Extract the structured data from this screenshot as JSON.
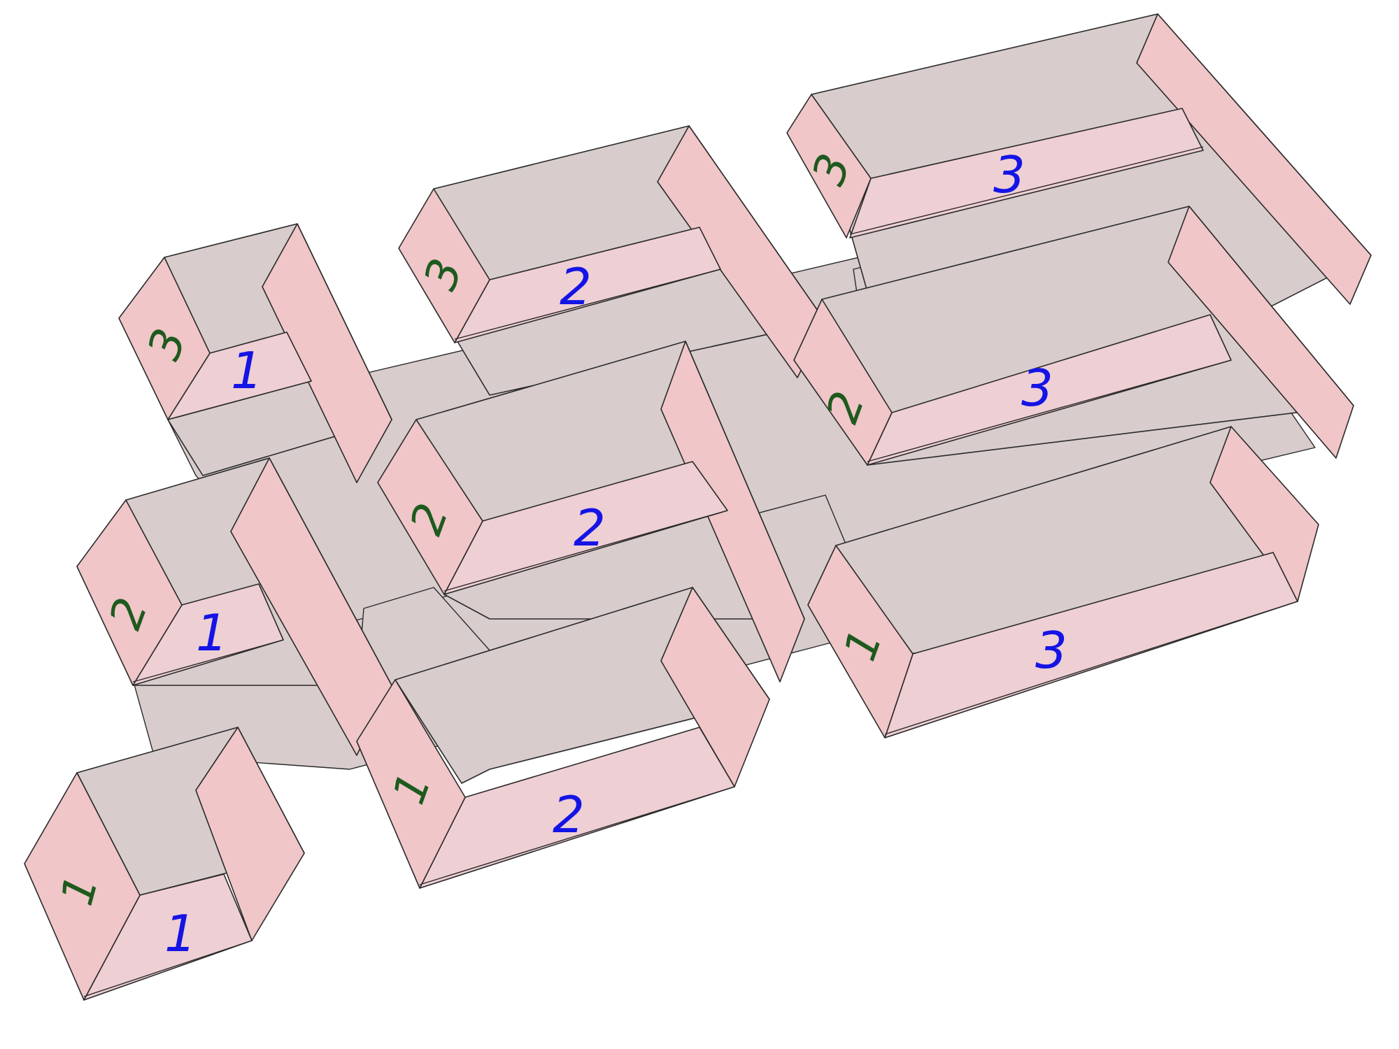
{
  "boxes": [
    {
      "id": "box-1-1",
      "side_label": "1",
      "front_label": "1"
    },
    {
      "id": "box-2-1",
      "side_label": "2",
      "front_label": "1"
    },
    {
      "id": "box-3-1",
      "side_label": "3",
      "front_label": "1"
    },
    {
      "id": "box-1-2",
      "side_label": "1",
      "front_label": "2"
    },
    {
      "id": "box-2-2",
      "side_label": "2",
      "front_label": "2"
    },
    {
      "id": "box-3-2",
      "side_label": "3",
      "front_label": "2"
    },
    {
      "id": "box-1-3",
      "side_label": "1",
      "front_label": "3"
    },
    {
      "id": "box-2-3",
      "side_label": "2",
      "front_label": "3"
    },
    {
      "id": "box-3-3",
      "side_label": "3",
      "front_label": "3"
    }
  ]
}
